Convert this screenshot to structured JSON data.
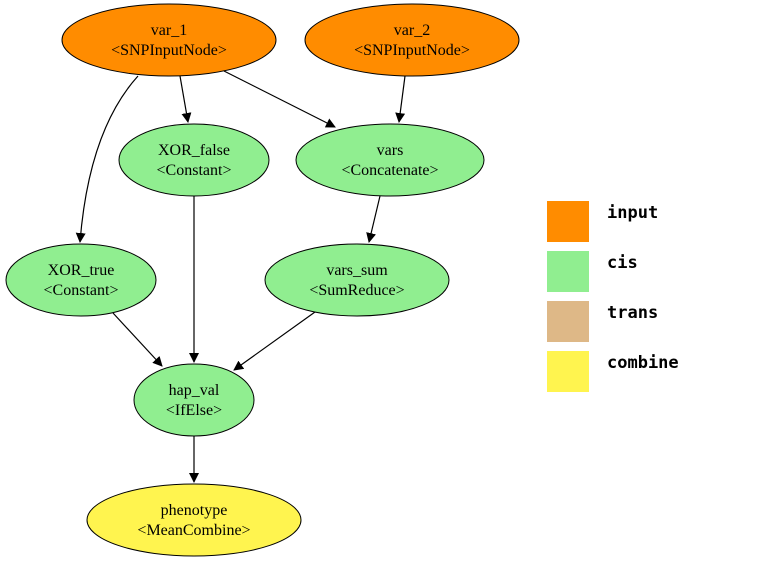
{
  "colors": {
    "input": "#FF8C00",
    "cis": "#90EE90",
    "trans": "#DEB887",
    "combine": "#FFF44F",
    "stroke": "#000000"
  },
  "nodes": [
    {
      "id": "var_1",
      "name": "var_1",
      "type": "<SNPInputNode>",
      "category": "input"
    },
    {
      "id": "var_2",
      "name": "var_2",
      "type": "<SNPInputNode>",
      "category": "input"
    },
    {
      "id": "XOR_false",
      "name": "XOR_false",
      "type": "<Constant>",
      "category": "cis"
    },
    {
      "id": "vars",
      "name": "vars",
      "type": "<Concatenate>",
      "category": "cis"
    },
    {
      "id": "XOR_true",
      "name": "XOR_true",
      "type": "<Constant>",
      "category": "cis"
    },
    {
      "id": "vars_sum",
      "name": "vars_sum",
      "type": "<SumReduce>",
      "category": "cis"
    },
    {
      "id": "hap_val",
      "name": "hap_val",
      "type": "<IfElse>",
      "category": "cis"
    },
    {
      "id": "phenotype",
      "name": "phenotype",
      "type": "<MeanCombine>",
      "category": "combine"
    }
  ],
  "edges": [
    {
      "from": "var_1",
      "to": "XOR_false"
    },
    {
      "from": "var_1",
      "to": "vars"
    },
    {
      "from": "var_1",
      "to": "XOR_true"
    },
    {
      "from": "var_2",
      "to": "vars"
    },
    {
      "from": "vars",
      "to": "vars_sum"
    },
    {
      "from": "XOR_false",
      "to": "hap_val"
    },
    {
      "from": "XOR_true",
      "to": "hap_val"
    },
    {
      "from": "vars_sum",
      "to": "hap_val"
    },
    {
      "from": "hap_val",
      "to": "phenotype"
    }
  ],
  "legend": [
    {
      "label": "input",
      "category": "input"
    },
    {
      "label": "cis",
      "category": "cis"
    },
    {
      "label": "trans",
      "category": "trans"
    },
    {
      "label": "combine",
      "category": "combine"
    }
  ]
}
